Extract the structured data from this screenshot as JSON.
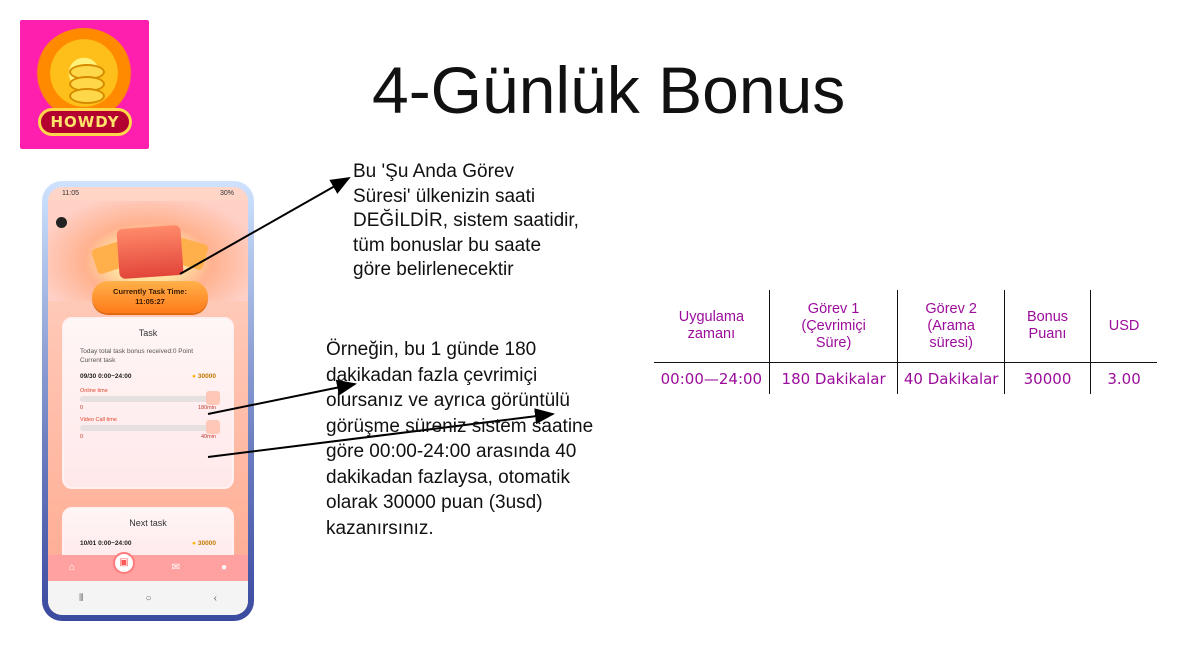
{
  "logo": {
    "text": "HOWDY",
    "icon": "coin-stack-icon"
  },
  "title": "4-Günlük Bonus",
  "phone": {
    "status_time": "11:05",
    "status_battery": "30%",
    "task_time_label": "Currently Task Time:",
    "task_time_value": "11:05:27",
    "task_card": {
      "title": "Task",
      "received": "Today total task bonus received:0 Point",
      "current": "Current task",
      "range": "09/30 0:00~24:00",
      "points": "30000",
      "online_label": "Online time",
      "online_start": "0",
      "online_end": "180min",
      "video_label": "Video Call time",
      "video_start": "0",
      "video_end": "40min"
    },
    "next_card": {
      "title": "Next task",
      "range": "10/01 0:00~24:00",
      "points": "30000"
    }
  },
  "note1": {
    "lines": [
      "Bu 'Şu Anda Görev",
      "Süresi' ülkenizin saati",
      "DEĞİLDİR, sistem saatidir,",
      "tüm bonuslar bu saate",
      "göre belirlenecektir"
    ]
  },
  "note2": {
    "lines": [
      "Örneğin, bu 1 günde 180",
      "dakikadan fazla çevrimiçi",
      "olursanız ve ayrıca görüntülü",
      "görüşme süreniz sistem saatine",
      "göre 00:00-24:00 arasında 40",
      "dakikadan fazlaysa, otomatik",
      "olarak 30000 puan (3usd)",
      "kazanırsınız."
    ]
  },
  "table": {
    "headers": [
      [
        "Uygulama",
        "zamanı"
      ],
      [
        "Görev 1",
        "(Çevrimiçi",
        "Süre)"
      ],
      [
        "Görev 2",
        "(Arama",
        "süresi)"
      ],
      [
        "Bonus",
        "Puanı"
      ],
      [
        "USD"
      ]
    ],
    "rows": [
      [
        "00:00—24:00",
        "180 Dakikalar",
        "40 Dakikalar",
        "30000",
        "3.00"
      ]
    ],
    "text_color": "#9b0c9b"
  }
}
